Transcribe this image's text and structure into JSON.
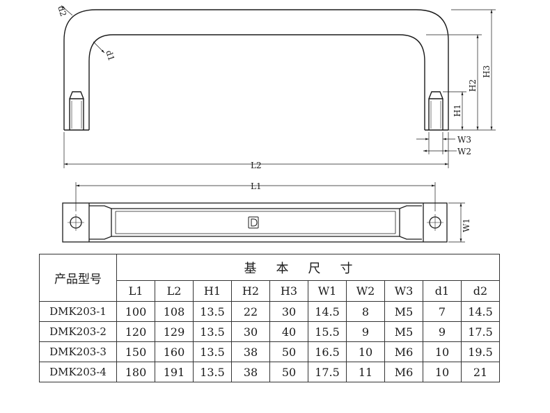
{
  "drawing": {
    "labels": {
      "d2": "d2",
      "d1": "d1",
      "L2": "L2",
      "L1": "L1",
      "H1": "H1",
      "H2": "H2",
      "H3": "H3",
      "W1": "W1",
      "W2": "W2",
      "W3": "W3"
    }
  },
  "table": {
    "model_header": "产品型号",
    "group_header": "基本尺寸",
    "columns": [
      "L1",
      "L2",
      "H1",
      "H2",
      "H3",
      "W1",
      "W2",
      "W3",
      "d1",
      "d2"
    ],
    "rows": [
      {
        "model": "DMK203-1",
        "values": [
          "100",
          "108",
          "13.5",
          "22",
          "30",
          "14.5",
          "8",
          "M5",
          "7",
          "14.5"
        ]
      },
      {
        "model": "DMK203-2",
        "values": [
          "120",
          "129",
          "13.5",
          "30",
          "40",
          "15.5",
          "9",
          "M5",
          "9",
          "17.5"
        ]
      },
      {
        "model": "DMK203-3",
        "values": [
          "150",
          "160",
          "13.5",
          "38",
          "50",
          "16.5",
          "10",
          "M6",
          "10",
          "19.5"
        ]
      },
      {
        "model": "DMK203-4",
        "values": [
          "180",
          "191",
          "13.5",
          "38",
          "50",
          "17.5",
          "11",
          "M6",
          "10",
          "21"
        ]
      }
    ]
  }
}
